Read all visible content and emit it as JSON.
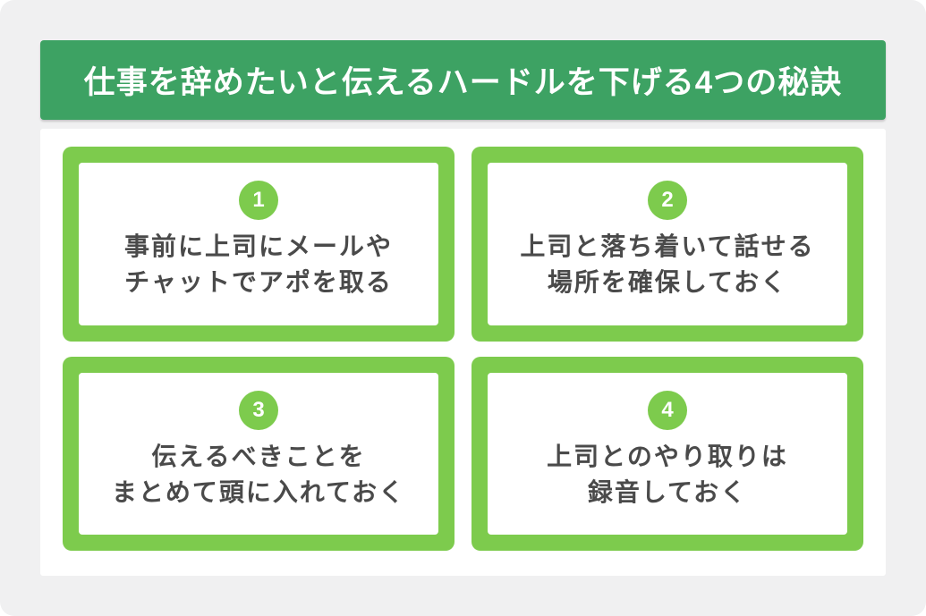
{
  "colors": {
    "background": "#f0f0f1",
    "header_green": "#3da263",
    "accent_green": "#7dcb4d",
    "panel_white": "#ffffff",
    "text_dark": "#4a4a4a",
    "title_text": "#ffffff"
  },
  "header": {
    "title": "仕事を辞めたいと伝えるハードルを下げる4つの秘訣"
  },
  "cards": [
    {
      "number": "1",
      "line1": "事前に上司にメールや",
      "line2": "チャットでアポを取る"
    },
    {
      "number": "2",
      "line1": "上司と落ち着いて話せる",
      "line2": "場所を確保しておく"
    },
    {
      "number": "3",
      "line1": "伝えるべきことを",
      "line2": "まとめて頭に入れておく"
    },
    {
      "number": "4",
      "line1": "上司とのやり取りは",
      "line2": "録音しておく"
    }
  ]
}
